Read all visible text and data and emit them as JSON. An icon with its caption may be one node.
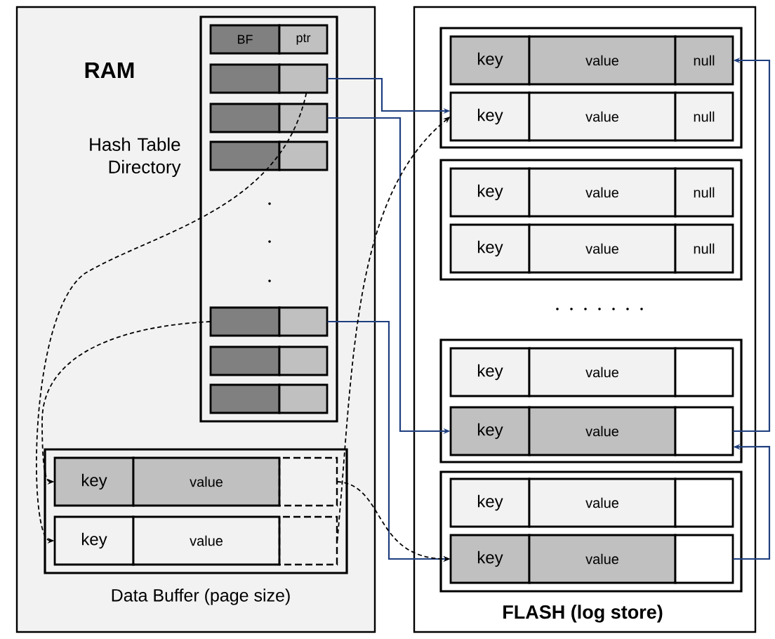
{
  "diagram": {
    "nodes": [
      {
        "text": [
          "RAM"
        ]
      },
      {
        "text": [
          "Hash Table Directory"
        ],
        "in": 0
      },
      {
        "text": [
          "BF",
          "ptr"
        ],
        "in": 1
      },
      {
        "text": [],
        "shape": "box",
        "in": 1
      },
      {
        "text": [],
        "shape": "box",
        "in": 1
      },
      {
        "text": [],
        "shape": "box",
        "in": 1
      },
      {
        "text": [],
        "shape": "box",
        "in": 1
      },
      {
        "text": [],
        "shape": "box",
        "in": 1
      },
      {
        "text": [],
        "shape": "box",
        "in": 1
      },
      {
        "text": [
          "Data Buffer (page size)"
        ],
        "in": 0
      },
      {
        "text": [
          "key",
          "value"
        ],
        "in": 9
      },
      {
        "text": [
          "key",
          "value"
        ],
        "in": 9
      },
      {
        "text": [
          "FLASH (log store)"
        ]
      },
      {
        "text": [],
        "shape": "box",
        "in": 12
      },
      {
        "text": [
          "key",
          "value",
          "null"
        ],
        "in": 13
      },
      {
        "text": [
          "key",
          "value",
          "null"
        ],
        "in": 13
      },
      {
        "text": [],
        "shape": "box",
        "in": 12
      },
      {
        "text": [
          "key",
          "value",
          "null"
        ],
        "in": 16
      },
      {
        "text": [
          "key",
          "value",
          "null"
        ],
        "in": 16
      },
      {
        "text": [],
        "shape": "box",
        "in": 12
      },
      {
        "text": [
          "key",
          "value"
        ],
        "in": 19
      },
      {
        "text": [
          "key",
          "value"
        ],
        "in": 19
      },
      {
        "text": [],
        "shape": "box",
        "in": 12
      },
      {
        "text": [
          "key",
          "value"
        ],
        "in": 22
      },
      {
        "text": [
          "key",
          "value"
        ],
        "in": 22
      }
    ],
    "edges": [
      {
        "from": 3,
        "to": 15,
        "arrow": "to"
      },
      {
        "from": 4,
        "to": 21,
        "arrow": "to"
      },
      {
        "from": 6,
        "to": 24,
        "arrow": "to"
      },
      {
        "from": 21,
        "to": 14,
        "arrow": "to"
      },
      {
        "from": 24,
        "to": 21,
        "arrow": "to"
      },
      {
        "from": 3,
        "to": 11,
        "arrow": "to",
        "style": "dashed",
        "color": "#000000"
      },
      {
        "from": 6,
        "to": 10,
        "arrow": "to",
        "style": "dashed",
        "color": "#000000"
      },
      {
        "from": 11,
        "to": 15,
        "arrow": "to",
        "style": "dashed",
        "color": "#000000"
      },
      {
        "from": 10,
        "to": 24,
        "arrow": "to",
        "style": "dashed",
        "color": "#000000"
      }
    ]
  }
}
